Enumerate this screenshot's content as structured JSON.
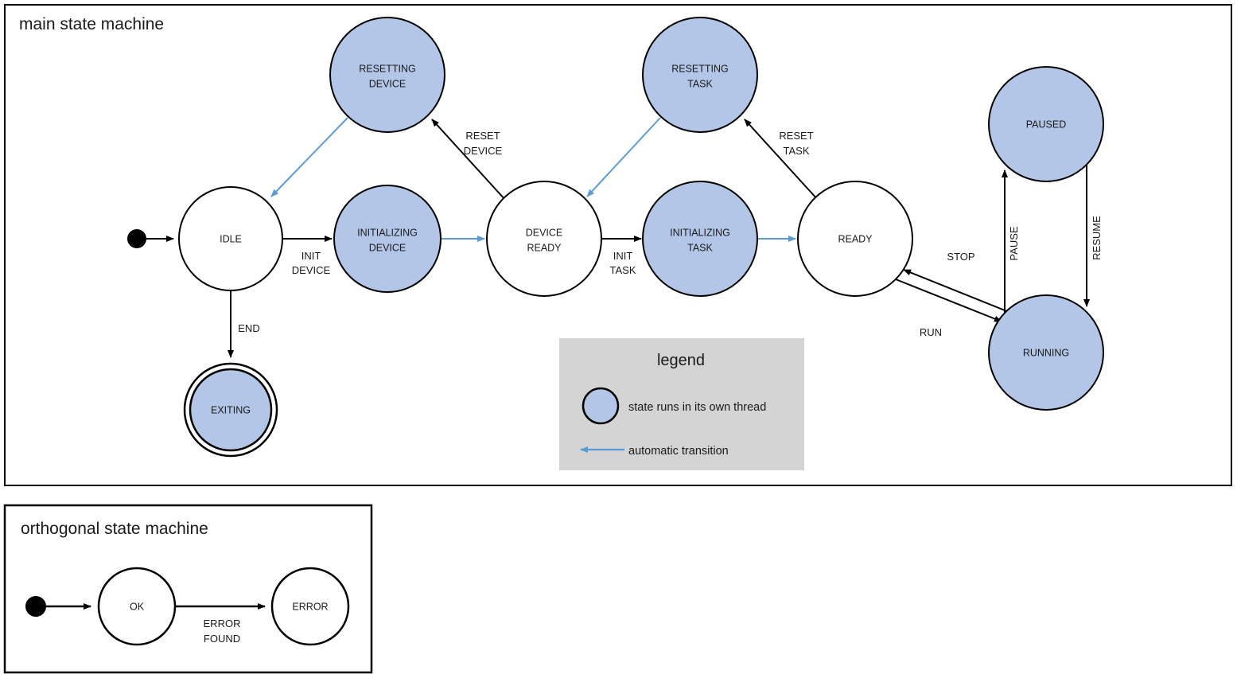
{
  "colors": {
    "thread_fill": "#b3c6e7",
    "plain_fill": "#ffffff",
    "stroke": "#000000",
    "auto_transition": "#5b9bd5",
    "legend_bg": "#d4d4d4",
    "text": "#1a1a1a"
  },
  "main_frame": {
    "title": "main state machine",
    "states": [
      {
        "id": "idle",
        "label_line1": "IDLE",
        "label_line2": "",
        "threaded": false,
        "final": false
      },
      {
        "id": "resetting-device",
        "label_line1": "RESETTING",
        "label_line2": "DEVICE",
        "threaded": true,
        "final": false
      },
      {
        "id": "initializing-device",
        "label_line1": "INITIALIZING",
        "label_line2": "DEVICE",
        "threaded": true,
        "final": false
      },
      {
        "id": "device-ready",
        "label_line1": "DEVICE",
        "label_line2": "READY",
        "threaded": false,
        "final": false
      },
      {
        "id": "resetting-task",
        "label_line1": "RESETTING",
        "label_line2": "TASK",
        "threaded": true,
        "final": false
      },
      {
        "id": "initializing-task",
        "label_line1": "INITIALIZING",
        "label_line2": "TASK",
        "threaded": true,
        "final": false
      },
      {
        "id": "ready",
        "label_line1": "READY",
        "label_line2": "",
        "threaded": false,
        "final": false
      },
      {
        "id": "paused",
        "label_line1": "PAUSED",
        "label_line2": "",
        "threaded": true,
        "final": false
      },
      {
        "id": "running",
        "label_line1": "RUNNING",
        "label_line2": "",
        "threaded": true,
        "final": false
      },
      {
        "id": "exiting",
        "label_line1": "EXITING",
        "label_line2": "",
        "threaded": true,
        "final": true
      }
    ],
    "transitions": [
      {
        "id": "init-device",
        "from": "idle",
        "to": "initializing-device",
        "label_line1": "INIT",
        "label_line2": "DEVICE",
        "automatic": false
      },
      {
        "id": "auto-device",
        "from": "initializing-device",
        "to": "device-ready",
        "label_line1": "",
        "label_line2": "",
        "automatic": true
      },
      {
        "id": "reset-device",
        "from": "device-ready",
        "to": "resetting-device",
        "label_line1": "RESET",
        "label_line2": "DEVICE",
        "automatic": false
      },
      {
        "id": "auto-idle",
        "from": "resetting-device",
        "to": "idle",
        "label_line1": "",
        "label_line2": "",
        "automatic": true
      },
      {
        "id": "init-task",
        "from": "device-ready",
        "to": "initializing-task",
        "label_line1": "INIT",
        "label_line2": "TASK",
        "automatic": false
      },
      {
        "id": "auto-ready",
        "from": "initializing-task",
        "to": "ready",
        "label_line1": "",
        "label_line2": "",
        "automatic": true
      },
      {
        "id": "reset-task",
        "from": "ready",
        "to": "resetting-task",
        "label_line1": "RESET",
        "label_line2": "TASK",
        "automatic": false
      },
      {
        "id": "auto-dev-rdy",
        "from": "resetting-task",
        "to": "device-ready",
        "label_line1": "",
        "label_line2": "",
        "automatic": true
      },
      {
        "id": "run",
        "from": "ready",
        "to": "running",
        "label_line1": "RUN",
        "label_line2": "",
        "automatic": false
      },
      {
        "id": "stop",
        "from": "running",
        "to": "ready",
        "label_line1": "STOP",
        "label_line2": "",
        "automatic": false
      },
      {
        "id": "pause",
        "from": "running",
        "to": "paused",
        "label_line1": "PAUSE",
        "label_line2": "",
        "automatic": false
      },
      {
        "id": "resume",
        "from": "paused",
        "to": "running",
        "label_line1": "RESUME",
        "label_line2": "",
        "automatic": false
      },
      {
        "id": "end",
        "from": "idle",
        "to": "exiting",
        "label_line1": "END",
        "label_line2": "",
        "automatic": false
      }
    ]
  },
  "legend": {
    "title": "legend",
    "items": [
      {
        "id": "threaded-state",
        "symbol": "filled-circle",
        "text": "state runs in its own thread"
      },
      {
        "id": "automatic-transition",
        "symbol": "blue-arrow",
        "text": "automatic transition"
      }
    ]
  },
  "orthogonal_frame": {
    "title": "orthogonal state machine",
    "states": [
      {
        "id": "ok",
        "label_line1": "OK",
        "label_line2": ""
      },
      {
        "id": "error",
        "label_line1": "ERROR",
        "label_line2": ""
      }
    ],
    "transitions": [
      {
        "id": "error-found",
        "from": "ok",
        "to": "error",
        "label_line1": "ERROR",
        "label_line2": "FOUND"
      }
    ]
  }
}
